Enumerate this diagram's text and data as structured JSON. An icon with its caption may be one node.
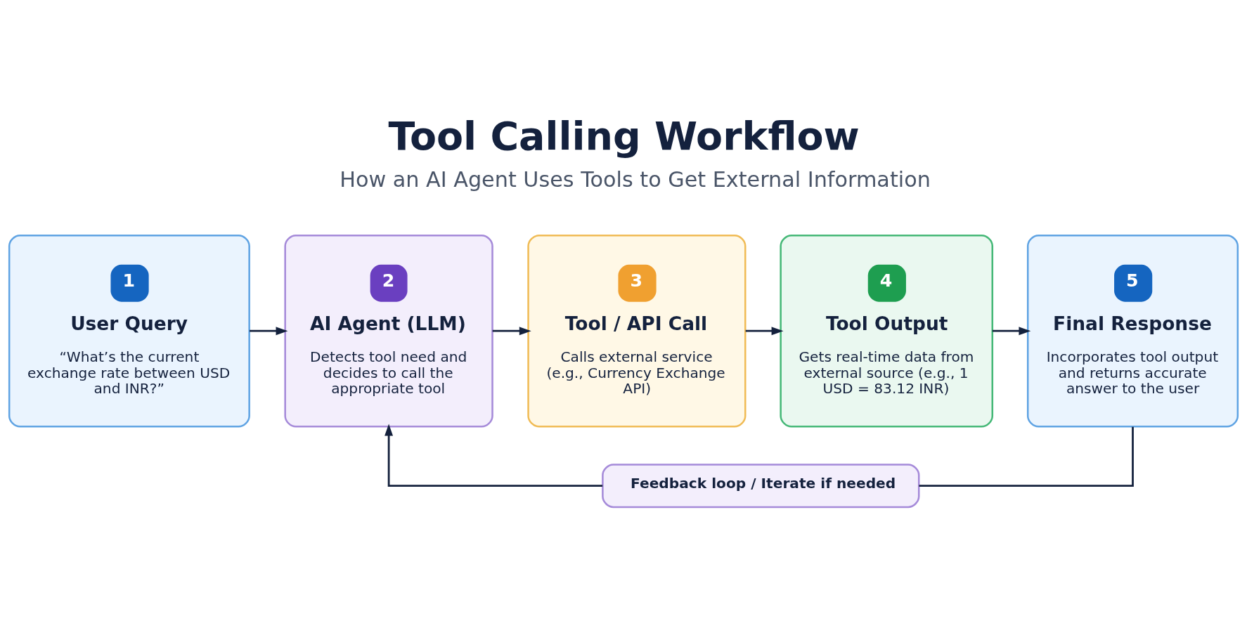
{
  "diagram": {
    "title": "Tool Calling Workflow",
    "nodes": [
      {
        "text": [
          "1",
          "User Query",
          "“What’s the current exchange rate between USD and INR?”"
        ]
      },
      {
        "text": [
          "2",
          "AI Agent (LLM)",
          "Detects tool need and decides to call the appropriate tool"
        ]
      },
      {
        "text": [
          "3",
          "Tool / API Call",
          "Calls external service (e.g., Currency Exchange API)"
        ]
      },
      {
        "text": [
          "4",
          "Tool Output",
          "Gets real-time data from external source (e.g., 1 USD = 83.12 INR)"
        ]
      },
      {
        "text": [
          "5",
          "Final Response",
          "Incorporates tool output and returns accurate answer to the user"
        ]
      },
      {
        "text": [
          "Feedback loop / Iterate if needed"
        ]
      }
    ],
    "edges": [
      {
        "from": 0,
        "to": 1,
        "arrow": "to"
      },
      {
        "from": 1,
        "to": 2,
        "arrow": "to"
      },
      {
        "from": 2,
        "to": 3,
        "arrow": "to"
      },
      {
        "from": 3,
        "to": 4,
        "arrow": "to"
      },
      {
        "from": 4,
        "to": 5,
        "arrow": "none"
      },
      {
        "from": 5,
        "to": 1,
        "arrow": "to"
      }
    ],
    "labels": [
      "How an AI Agent Uses Tools to Get External Information"
    ]
  }
}
